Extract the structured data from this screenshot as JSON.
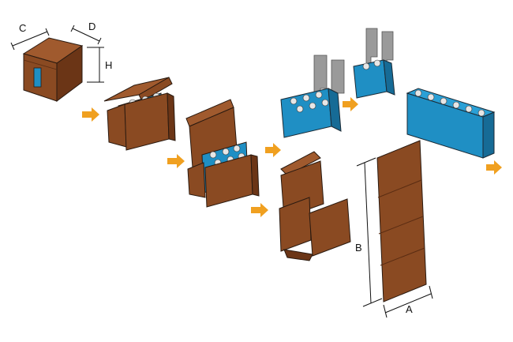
{
  "labels": {
    "c": "C",
    "d": "D",
    "h": "H",
    "b": "B",
    "a": "A"
  },
  "colors": {
    "cardboard": "#8a4a22",
    "cardboard_light": "#a05a2e",
    "cardboard_dark": "#6b3516",
    "bottle": "#1f8fc4",
    "bottle_dark": "#166b96",
    "cap": "#e6e6e6",
    "gripper": "#9a9a9a",
    "arrow": "#f0a020",
    "outline": "#2a1a10"
  },
  "icons": {
    "flow_arrow": "arrow-icon"
  }
}
